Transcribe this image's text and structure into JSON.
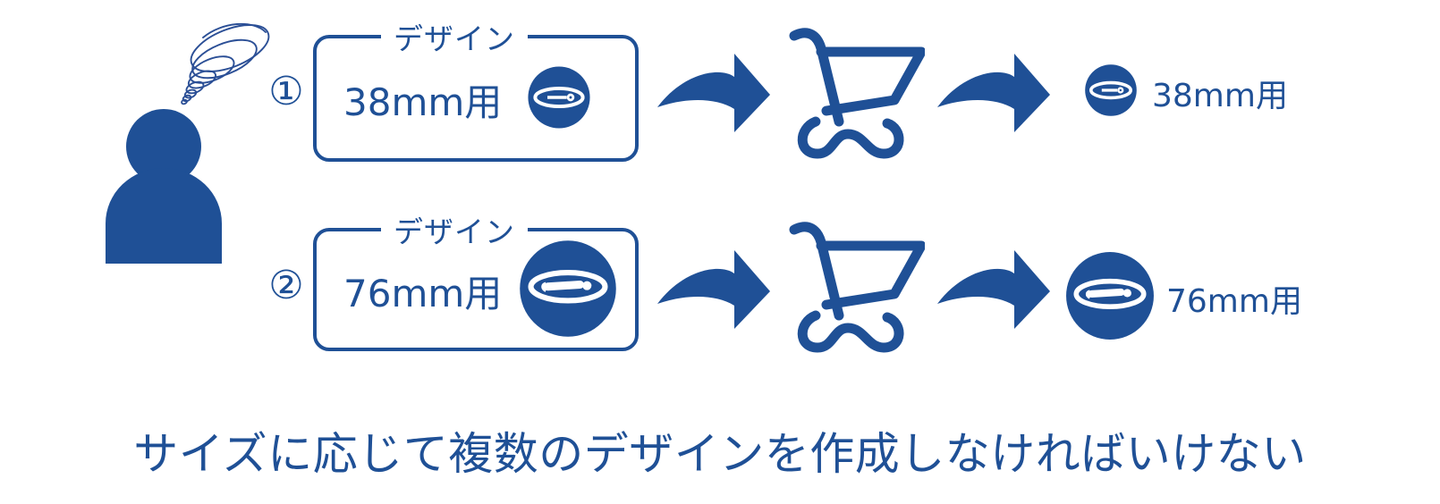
{
  "diagram": {
    "caption": "サイズに応じて複数のデザインを作成しなければいけない",
    "colors": {
      "primary_blue": "#1f5096",
      "background": "#ffffff",
      "icon_white": "#ffffff"
    },
    "actor": {
      "person_icon": "person-icon",
      "thought_icon": "thought-swirl-icon"
    },
    "rows": [
      {
        "step_number": "①",
        "box_legend": "デザイン",
        "size_label": "38mm用",
        "badge_icon": "badge-pin-icon",
        "badge_size_px": 72,
        "arrow_left_icon": "arrow-right-icon",
        "cart_icon": "shopping-cart-icon",
        "arrow_right_icon": "arrow-right-icon",
        "result_badge_icon": "badge-pin-icon",
        "result_badge_size_px": 60,
        "result_label": "38mm用"
      },
      {
        "step_number": "②",
        "box_legend": "デザイン",
        "size_label": "76mm用",
        "badge_icon": "badge-pin-icon",
        "badge_size_px": 112,
        "arrow_left_icon": "arrow-right-icon",
        "cart_icon": "shopping-cart-icon",
        "arrow_right_icon": "arrow-right-icon",
        "result_badge_icon": "badge-pin-icon",
        "result_badge_size_px": 102,
        "result_label": "76mm用"
      }
    ]
  }
}
